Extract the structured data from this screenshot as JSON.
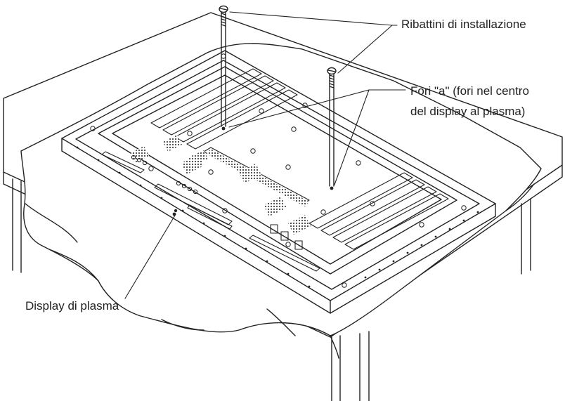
{
  "labels": {
    "screws": "Ribattini di installazione",
    "holes_line1": "Fori \"a\" (fori nel centro",
    "holes_line2": "del display al plasma)",
    "display": "Display di plasma"
  },
  "colors": {
    "ink": "#222222",
    "background": "#ffffff",
    "vent": "#555555"
  }
}
